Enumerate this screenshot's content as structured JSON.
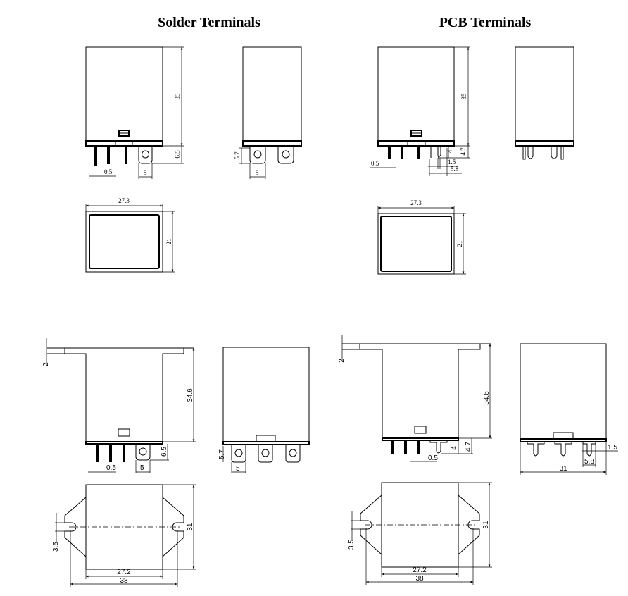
{
  "headings": {
    "solder": "Solder Terminals",
    "pcb": "PCB Terminals"
  },
  "solder_top": {
    "height": "35",
    "terminal_length": "6.5",
    "pin_width": "0.5",
    "tab_width": "5",
    "side_tab_length": "5.7",
    "side_tab_width": "5",
    "width": "27.3",
    "depth": "21"
  },
  "pcb_top": {
    "height": "35",
    "pin_length": "4.7",
    "pin_inner": "4",
    "pin_width_a": "1.5",
    "pin_width_b": "5.8",
    "pin_thickness": "0.5",
    "width": "27.3",
    "depth": "21"
  },
  "solder_flange": {
    "flange": "2",
    "height": "34.6",
    "terminal_length": "6.5",
    "pin_width": "0.5",
    "tab_width": "5",
    "side_tab_length": "5.7",
    "side_tab_width": "5",
    "slot": "3.5",
    "depth": "31",
    "body_width": "27.2",
    "overall_width": "38"
  },
  "pcb_flange": {
    "flange": "2",
    "height": "34.6",
    "pin_inner": "4",
    "pin_length": "4.7",
    "pin_thickness": "0.5",
    "pin_width_a": "1.5",
    "pin_width_b": "5.8",
    "side_width": "31",
    "slot": "3.5",
    "depth": "31",
    "body_width": "27.2",
    "overall_width": "38"
  }
}
